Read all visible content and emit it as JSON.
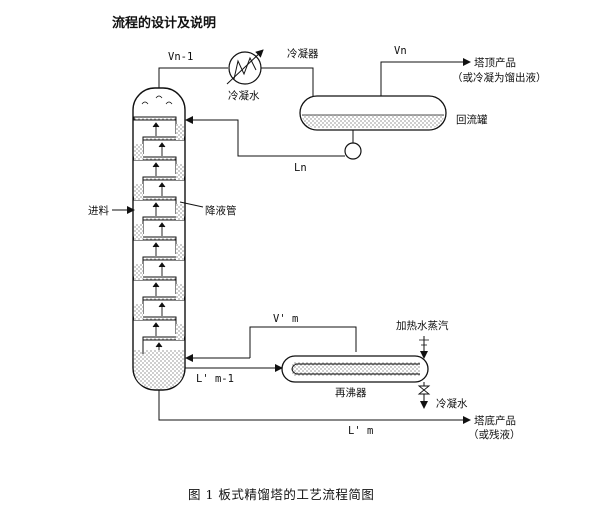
{
  "heading": "流程的设计及说明",
  "labels": {
    "vn_minus_1": "Vn-1",
    "condenser": "冷凝器",
    "vn": "Vn",
    "top_product": "塔顶产品",
    "top_product_note": "（或冷凝为馏出液）",
    "cooling_water_top": "冷凝水",
    "reflux_drum": "回流罐",
    "ln": "Ln",
    "feed": "进料",
    "downcomer": "降液管",
    "v_prime_m": "V' m",
    "heating_steam": "加热水蒸汽",
    "l_prime_m_minus_1": "L' m-1",
    "reboiler": "再沸器",
    "cooling_water_bottom": "冷凝水",
    "bottom_product": "塔底产品",
    "bottom_product_note": "（或残液）",
    "l_prime_m": "L' m"
  },
  "caption": "图 1    板式精馏塔的工艺流程简图"
}
